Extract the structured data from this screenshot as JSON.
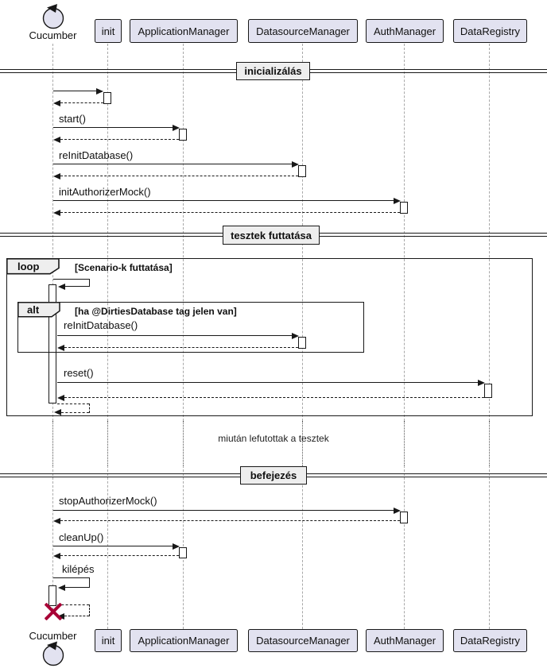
{
  "participants": [
    {
      "name": "Cucumber",
      "kind": "control-actor"
    },
    {
      "name": "init",
      "kind": "participant"
    },
    {
      "name": "ApplicationManager",
      "kind": "participant"
    },
    {
      "name": "DatasourceManager",
      "kind": "participant"
    },
    {
      "name": "AuthManager",
      "kind": "participant"
    },
    {
      "name": "DataRegistry",
      "kind": "participant"
    }
  ],
  "dividers": [
    {
      "label": "inicializálás"
    },
    {
      "label": "tesztek futtatása"
    },
    {
      "label": "befejezés"
    }
  ],
  "fragments": {
    "loop": {
      "operator": "loop",
      "guard": "[Scenario-k futtatása]"
    },
    "alt": {
      "operator": "alt",
      "guard": "[ha @DirtiesDatabase tag jelen van]"
    }
  },
  "messages": {
    "start": "start()",
    "reinit_db_1": "reInitDatabase()",
    "init_authorizer_mock": "initAuthorizerMock()",
    "reinit_db_2": "reInitDatabase()",
    "reset": "reset()",
    "stop_authorizer_mock": "stopAuthorizerMock()",
    "cleanup": "cleanUp()",
    "exit": "kilépés"
  },
  "notes": {
    "delay": "miután lefutottak a tesztek"
  },
  "colors": {
    "participant_fill": "#E2E2F0",
    "participant_border": "#181818",
    "divider_fill": "#EEEEEE",
    "fragment_header_fill": "#EEEEEE",
    "arrow": "#181818",
    "lifeline": "#A8A8A8",
    "destroy_x": "#A80036"
  }
}
